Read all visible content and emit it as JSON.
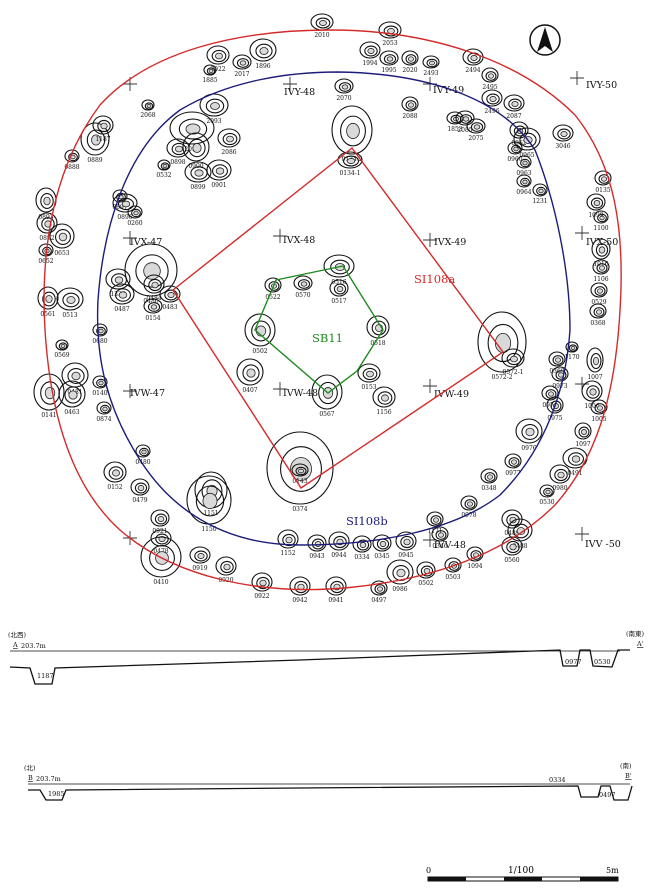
{
  "features": {
    "si108a": "SI108a",
    "si108b": "SI108b",
    "sb11": "SB11"
  },
  "grid_labels": [
    "IVY-50",
    "IVY-49",
    "IVY-48",
    "IVX-49",
    "IVX-48",
    "IVX-47",
    "IVX-50",
    "IVW-49",
    "IVW-48",
    "IVW-47",
    "IVV-48",
    "IVV -50"
  ],
  "pit_labels": [
    "2010",
    "2053",
    "2022",
    "2017",
    "1885",
    "1896",
    "1994",
    "1995",
    "2020",
    "2493",
    "2494",
    "2495",
    "2496",
    "2087",
    "2068",
    "2070",
    "2088",
    "2093",
    "2090",
    "2086",
    "0889",
    "1187",
    "0898",
    "0900",
    "0899",
    "0901",
    "0532",
    "0888",
    "0897",
    "0134-2",
    "0134-1",
    "1853",
    "2085",
    "2075",
    "0962",
    "0965",
    "3046",
    "0960",
    "0963",
    "0964",
    "1231",
    "0135",
    "1099",
    "0893",
    "0892",
    "0896",
    "0260",
    "0653",
    "0652",
    "1100",
    "1016",
    "1106",
    "0529",
    "0368",
    "0486",
    "1334",
    "0484",
    "0487",
    "0483",
    "0154",
    "0516",
    "0522",
    "0570",
    "0517",
    "0518",
    "0502",
    "0561",
    "0513",
    "0680",
    "0569",
    "0572-2",
    "0572-1",
    "0369",
    "0973",
    "1170",
    "0481",
    "0140",
    "0141",
    "0463",
    "0874",
    "0407",
    "0567",
    "0153",
    "1156",
    "0974",
    "0975",
    "1007",
    "1006",
    "1005",
    "1097",
    "0976",
    "0491",
    "0480",
    "0374",
    "0977",
    "0980",
    "0152",
    "1151",
    "0143",
    "0348",
    "0479",
    "0978",
    "0530",
    "0921",
    "0478",
    "1150",
    "1171",
    "0489",
    "0488",
    "1152",
    "0943",
    "0944",
    "0334",
    "0345",
    "0945",
    "0346",
    "0560",
    "1094",
    "0410",
    "0919",
    "0920",
    "0922",
    "0942",
    "0941",
    "0497",
    "0986",
    "0502",
    "0503"
  ],
  "sections": {
    "a": {
      "left_dir": "(北西)",
      "left_code": "A",
      "elevation": "203.7m",
      "right_dir": "(南東)",
      "right_code": "A'",
      "pits": [
        "1187",
        "0977",
        "0530"
      ]
    },
    "b": {
      "left_dir": "(北)",
      "left_code": "B",
      "elevation": "203.7m",
      "right_dir": "(南)",
      "right_code": "B'",
      "pits": [
        "1985",
        "0334",
        "0497"
      ]
    }
  },
  "scale": {
    "zero": "0",
    "ratio": "1/100",
    "end": "5m"
  },
  "colors": {
    "si108a": "#d42a2a",
    "si108b": "#1c1c7a",
    "sb11": "#1f8a1f"
  }
}
